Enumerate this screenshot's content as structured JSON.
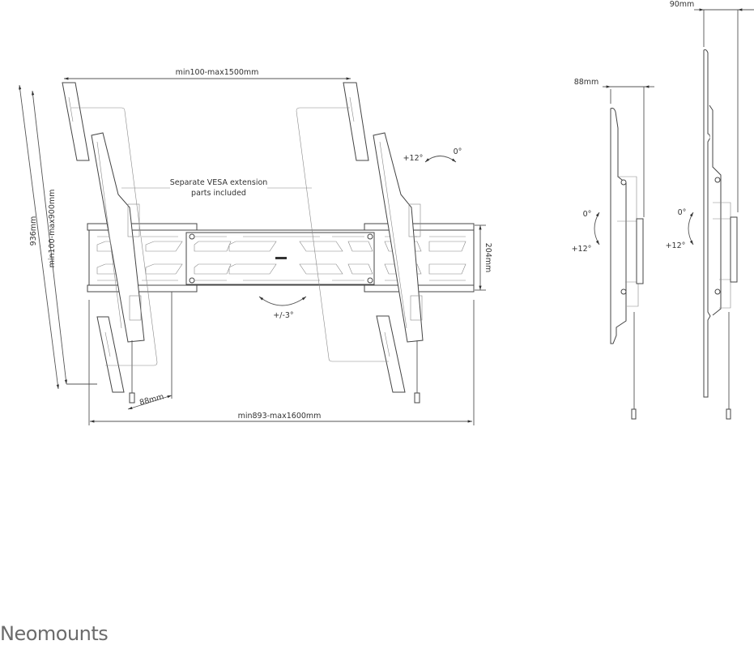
{
  "front_view": {
    "vesa_width": "min100-max1500mm",
    "overall_height": "936mm",
    "vesa_height": "min100-max900mm",
    "plate_height": "204mm",
    "depth": "88mm",
    "plate_width": "min893-max1600mm",
    "note_line1": "Separate VESA extension",
    "note_line2": "parts included",
    "tilt_plus": "+12°",
    "tilt_zero": "0°",
    "level_adjust": "+/-3°"
  },
  "side_view_left": {
    "depth": "88mm",
    "tilt_zero": "0°",
    "tilt_plus": "+12°"
  },
  "side_view_right": {
    "depth": "90mm",
    "tilt_zero": "0°",
    "tilt_plus": "+12°"
  },
  "brand": {
    "logo_text": "Neomounts",
    "color": "#6b6b6b"
  }
}
